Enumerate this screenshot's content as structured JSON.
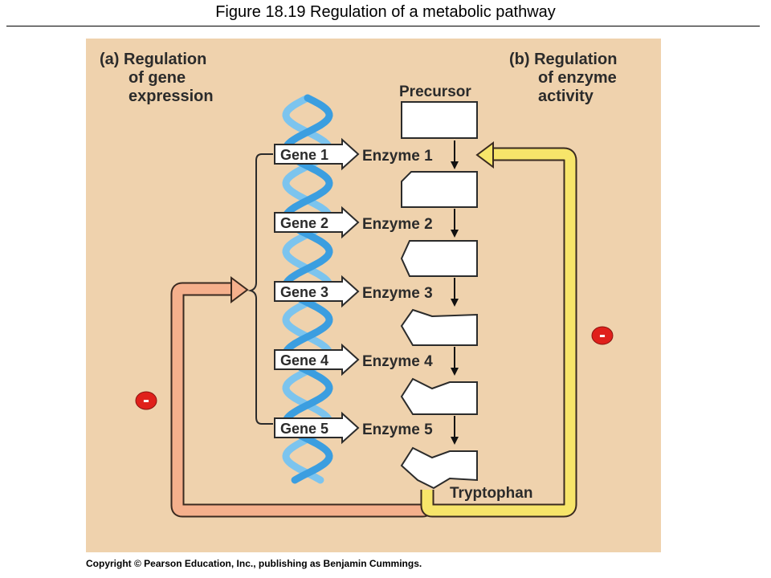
{
  "slide": {
    "title": "Figure 18.19  Regulation of a metabolic pathway",
    "copyright": "Copyright © Pearson Education, Inc., publishing as Benjamin Cummings."
  },
  "diagram": {
    "panel_a": {
      "line1": "(a) Regulation",
      "line2": "of gene",
      "line3": "expression"
    },
    "panel_b": {
      "line1": "(b) Regulation",
      "line2": "of enzyme",
      "line3": "activity"
    },
    "precursor_label": "Precursor",
    "product_label": "Tryptophan",
    "steps": [
      {
        "gene": "Gene 1",
        "enzyme": "Enzyme 1"
      },
      {
        "gene": "Gene 2",
        "enzyme": "Enzyme 2"
      },
      {
        "gene": "Gene 3",
        "enzyme": "Enzyme 3"
      },
      {
        "gene": "Gene 4",
        "enzyme": "Enzyme 4"
      },
      {
        "gene": "Gene 5",
        "enzyme": "Enzyme 5"
      }
    ],
    "inhibition_symbol": "-",
    "colors": {
      "background": "#efd2ad",
      "dna_light": "#7cc4ee",
      "dna_dark": "#3b9ee0",
      "feedback_gene": "#f5b08c",
      "feedback_enzyme": "#f7e56a",
      "inhibition": "#e0201b"
    }
  }
}
